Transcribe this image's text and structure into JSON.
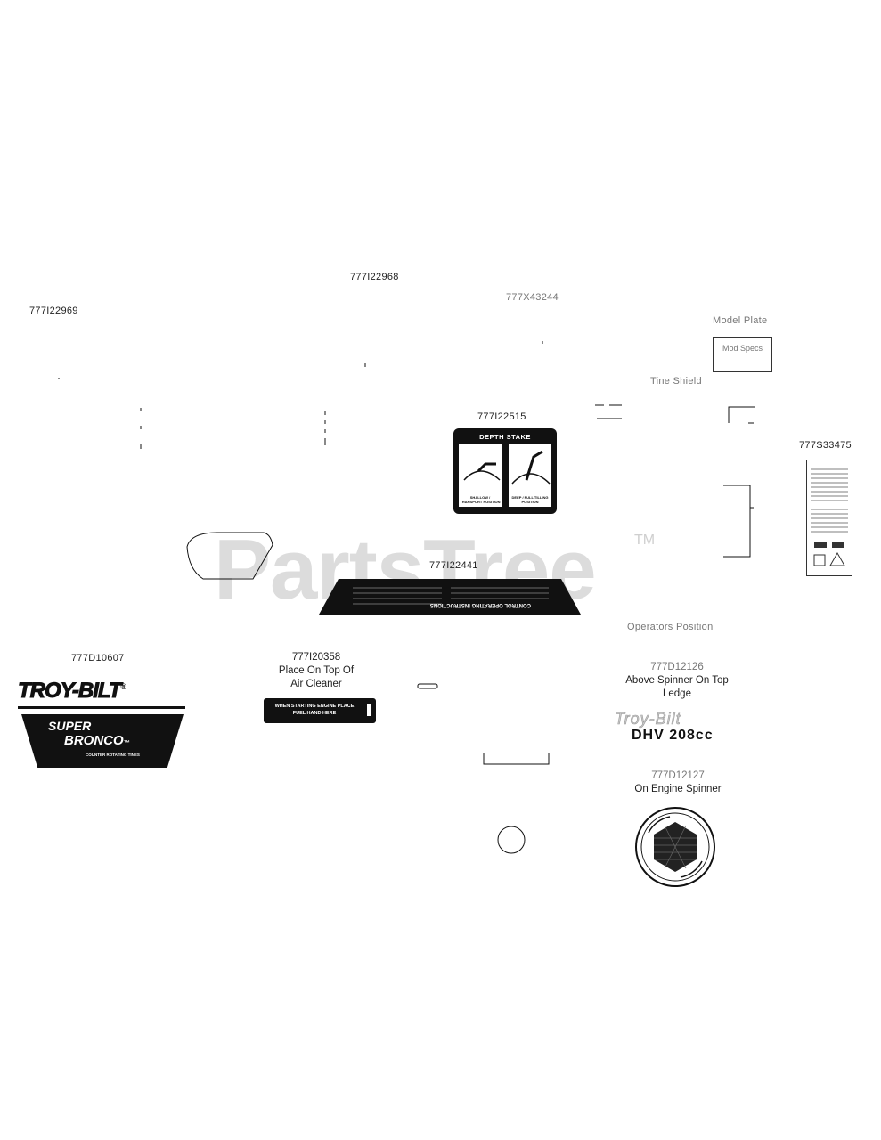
{
  "watermark": {
    "brand": "PartsTree",
    "trademark": "TM"
  },
  "labels": {
    "p1": "777I22968",
    "p2": "777I22969",
    "p3": "777X43244",
    "p4": "777I22515",
    "p5": "777S33475",
    "p6": "777I22441",
    "p7": "777D10607",
    "p8_code": "777I20358",
    "p8_note1": "Place On Top Of",
    "p8_note2": "Air Cleaner",
    "p9_code": "777D12126",
    "p9_note1": "Above Spinner On Top",
    "p9_note2": "Ledge",
    "p10_code": "777D12127",
    "p10_note": "On Engine Spinner",
    "model_plate": "Model Plate",
    "tine_shield": "Tine Shield",
    "operators_position": "Operators Position"
  },
  "decals": {
    "depth_stake": {
      "title": "DEPTH STAKE",
      "left_caption": "SHALLOW / TRANSPORT POSITION",
      "right_caption": "DEEP / FULL TILLING POSITION"
    },
    "control_title": "CONTROL OPERATING INSTRUCTIONS",
    "spark_text": "WHEN STARTING ENGINE PLACE FUEL HAND HERE",
    "troy_logo": "TROY-BILT",
    "troy_reg": "®",
    "bronco_line1": "SUPER",
    "bronco_line2": "BRONCO",
    "bronco_tm": "™",
    "bronco_sub": "COUNTER ROTATING TINES",
    "engine_script": "Troy-Bilt",
    "engine_model": "DHV 208cc",
    "model_plate_text": "Mod Specs"
  },
  "colors": {
    "ink": "#111111",
    "paper": "#ffffff",
    "watermark": "#dcdcdc"
  }
}
